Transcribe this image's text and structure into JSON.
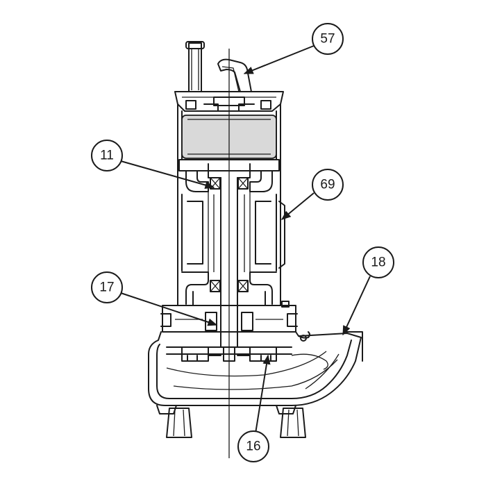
{
  "callouts": [
    {
      "id": "57",
      "label": "57"
    },
    {
      "id": "11",
      "label": "11"
    },
    {
      "id": "69",
      "label": "69"
    },
    {
      "id": "18",
      "label": "18"
    },
    {
      "id": "17",
      "label": "17"
    },
    {
      "id": "16",
      "label": "16"
    }
  ]
}
